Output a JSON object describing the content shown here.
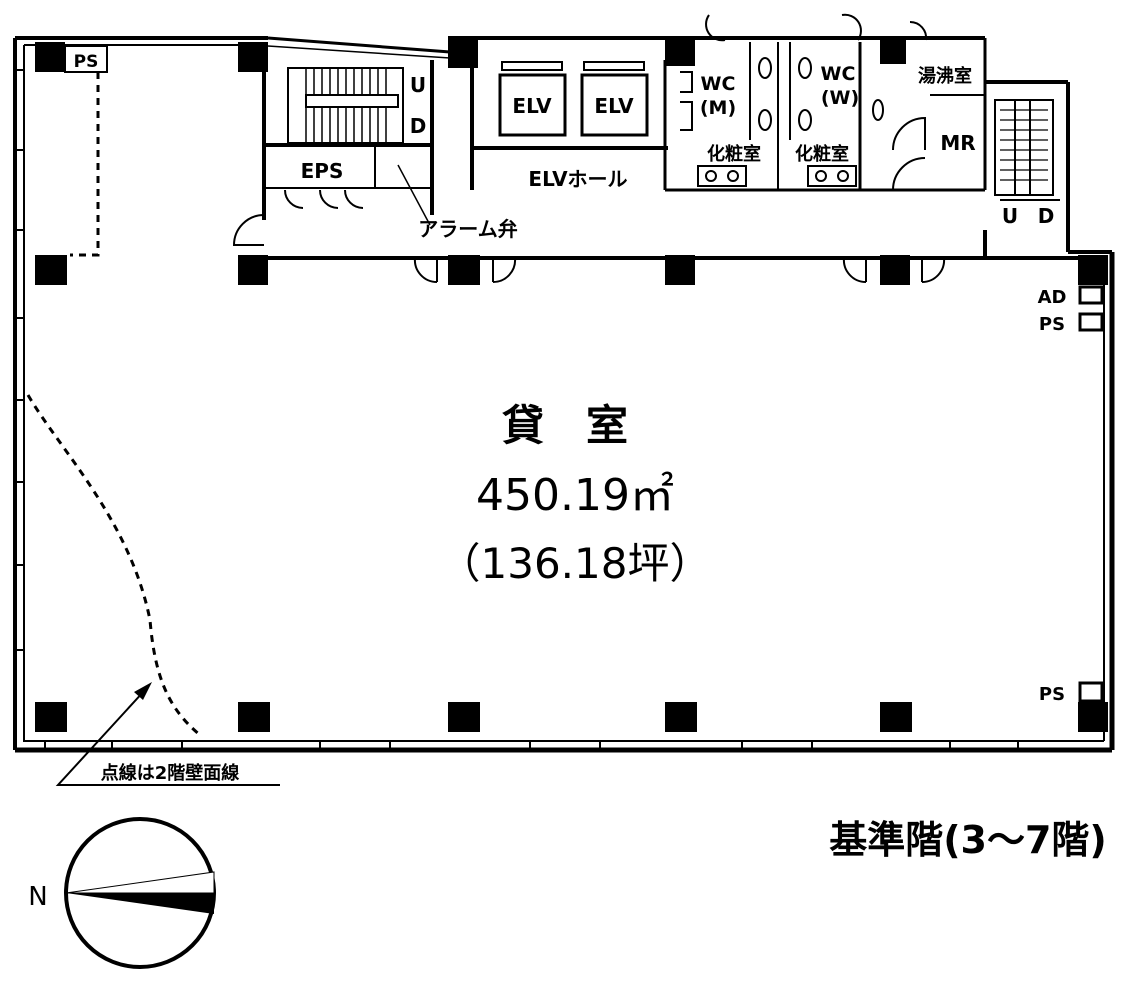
{
  "plan": {
    "room": {
      "name": "貸　室",
      "area": "450.19㎡",
      "tsubo": "（136.18坪）"
    },
    "floor_label": "基準階(3～7階)",
    "note": "点線は2階壁面線",
    "compass": {
      "north": "N"
    },
    "labels": {
      "ps_top": "PS",
      "stair_up": "U",
      "stair_down": "D",
      "eps": "EPS",
      "alarm_valve": "アラーム弁",
      "elv1": "ELV",
      "elv2": "ELV",
      "elv_hall": "ELVホール",
      "wc_m_1": "WC",
      "wc_m_2": "(M)",
      "wc_w_1": "WC",
      "wc_w_2": "(W)",
      "powder_m": "化粧室",
      "powder_w": "化粧室",
      "kitchen": "湯沸室",
      "mr": "MR",
      "stair2_up": "U",
      "stair2_down": "D",
      "ad": "AD",
      "ps_right": "PS",
      "ps_bottom": "PS"
    }
  }
}
